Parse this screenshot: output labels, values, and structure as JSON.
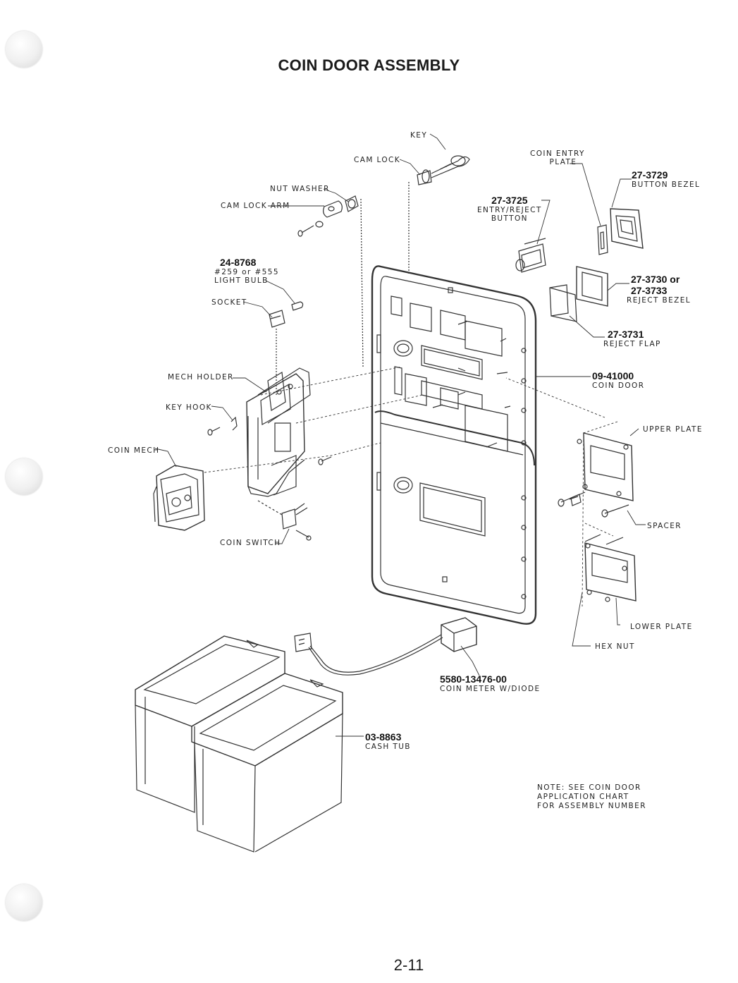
{
  "title": "COIN DOOR ASSEMBLY",
  "page_number": "2-11",
  "labels": {
    "key": "KEY",
    "cam_lock": "CAM LOCK",
    "coin_entry_plate": [
      "COIN ENTRY",
      "PLATE"
    ],
    "nut_washer": "NUT WASHER",
    "cam_lock_arm": "CAM LOCK ARM",
    "socket": "SOCKET",
    "mech_holder": "MECH HOLDER",
    "key_hook": "KEY HOOK",
    "coin_mech": "COIN MECH",
    "coin_switch": "COIN SWITCH",
    "upper_plate": "UPPER PLATE",
    "spacer": "SPACER",
    "lower_plate": "LOWER PLATE",
    "hex_nut": "HEX NUT"
  },
  "parts": {
    "entry_reject_button": {
      "number": "27-3725",
      "desc": [
        "ENTRY/REJECT",
        "BUTTON"
      ]
    },
    "button_bezel": {
      "number": "27-3729",
      "desc": "BUTTON BEZEL"
    },
    "light_bulb": {
      "number": "24-8768",
      "desc": [
        "#259 or #555",
        "LIGHT BULB"
      ]
    },
    "reject_bezel": {
      "number": [
        "27-3730 or",
        "27-3733"
      ],
      "desc": "REJECT BEZEL"
    },
    "reject_flap": {
      "number": "27-3731",
      "desc": "REJECT FLAP"
    },
    "coin_door": {
      "number": "09-41000",
      "desc": "COIN DOOR"
    },
    "coin_meter": {
      "number": "5580-13476-00",
      "desc": "COIN METER W/DIODE"
    },
    "cash_tub": {
      "number": "03-8863",
      "desc": "CASH TUB"
    }
  },
  "note": [
    "NOTE:  SEE COIN DOOR",
    "APPLICATION CHART",
    "FOR ASSEMBLY NUMBER"
  ]
}
